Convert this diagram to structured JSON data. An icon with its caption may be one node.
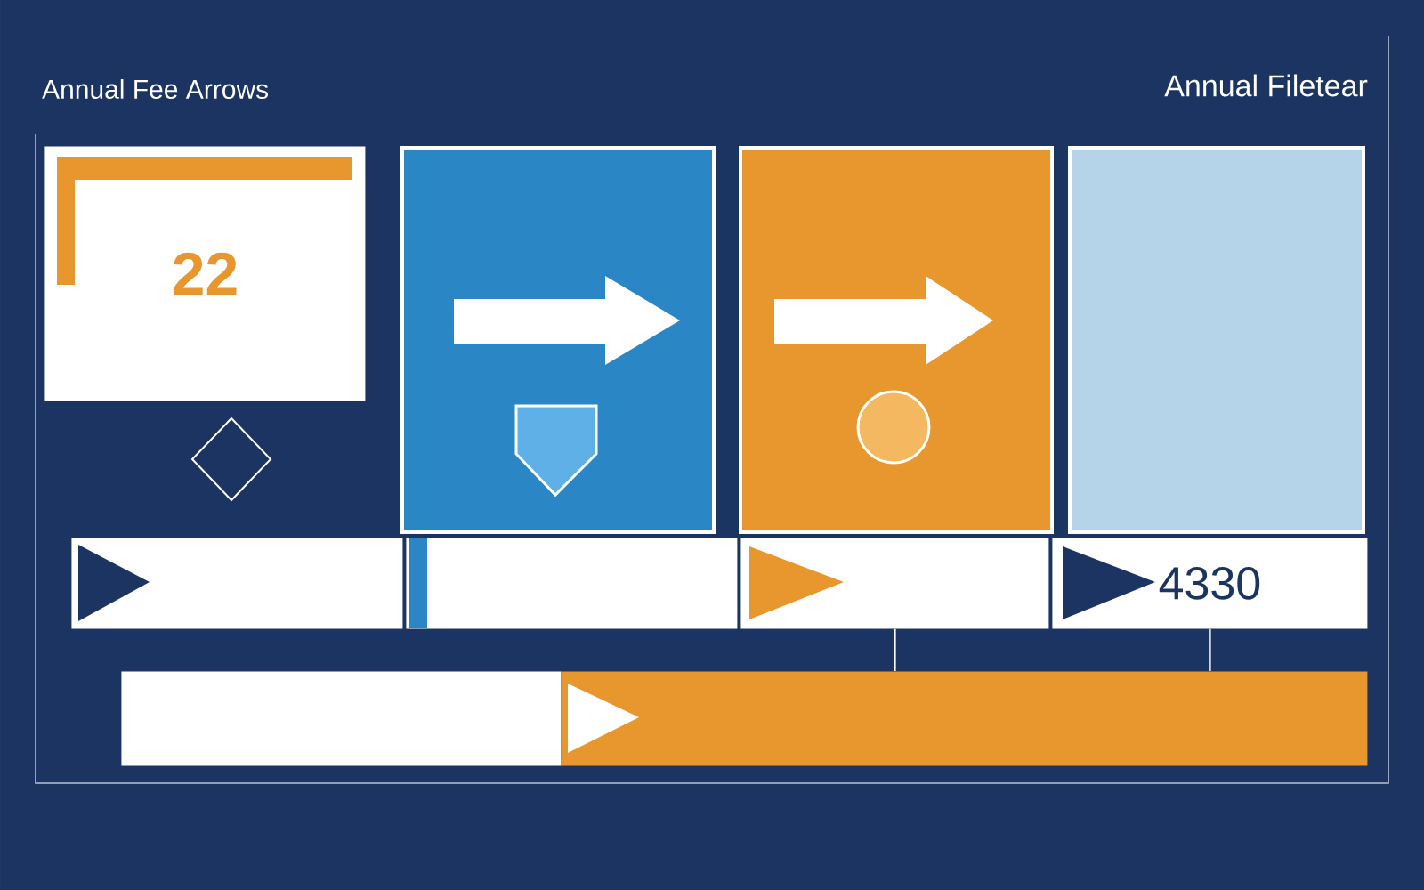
{
  "diagram": {
    "title": "Annual Fee Arrows",
    "nodes": [
      {
        "text": [
          "22"
        ]
      },
      {
        "text": [],
        "shape": "box"
      },
      {
        "text": [],
        "shape": "box"
      },
      {
        "text": [],
        "shape": "box"
      },
      {
        "text": [],
        "shape": "box"
      },
      {
        "text": [],
        "shape": "box"
      },
      {
        "text": [],
        "shape": "box"
      },
      {
        "text": [
          "4330"
        ]
      },
      {
        "text": [],
        "shape": "box"
      },
      {
        "text": [],
        "shape": "box"
      }
    ],
    "edges": [
      {
        "from": 6,
        "to": 9,
        "arrow": "none"
      },
      {
        "from": 7,
        "to": 9,
        "arrow": "none"
      }
    ],
    "labels": [
      "Annual Filetear"
    ]
  }
}
